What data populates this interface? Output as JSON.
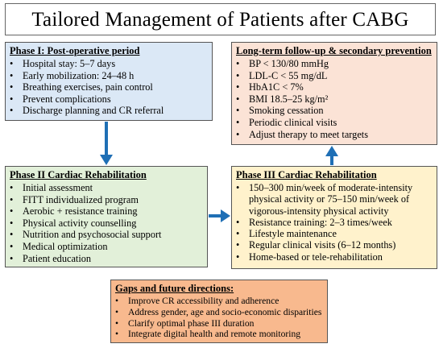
{
  "title": "Tailored Management of Patients after CABG",
  "colors": {
    "phase1": "#dbe8f6",
    "longterm": "#fbe3d6",
    "phase2": "#e2f0d9",
    "phase3": "#fff2cc",
    "gaps": "#f8b98e",
    "arrow": "#1f6fb5"
  },
  "phase1": {
    "heading": "Phase I: Post-operative period",
    "items": [
      "Hospital stay: 5–7 days",
      "Early mobilization: 24–48 h",
      "Breathing exercises, pain control",
      "Prevent complications",
      "Discharge planning and CR referral"
    ]
  },
  "longterm": {
    "heading": "Long-term follow-up & secondary prevention",
    "items": [
      "BP < 130/80 mmHg",
      "LDL-C < 55 mg/dL",
      "HbA1C < 7%",
      "BMI 18.5–25 kg/m²",
      "Smoking cessation",
      "Periodic clinical visits",
      "Adjust therapy to meet targets"
    ]
  },
  "phase2": {
    "heading": "Phase II Cardiac Rehabilitation",
    "items": [
      "Initial assessment",
      "FITT individualized program",
      "Aerobic + resistance training",
      "Physical activity counselling",
      "Nutrition and psychosocial support",
      "Medical optimization",
      "Patient education"
    ]
  },
  "phase3": {
    "heading": "Phase III Cardiac Rehabilitation",
    "items": [
      "150–300 min/week of moderate-intensity physical activity or 75–150 min/week of vigorous-intensity physical activity",
      "Resistance training: 2–3 times/week",
      "Lifestyle maintenance",
      "Regular clinical visits (6–12 months)",
      "Home-based or tele-rehabilitation"
    ]
  },
  "gaps": {
    "heading": "Gaps and future directions:",
    "items": [
      "Improve CR accessibility and adherence",
      "Address gender, age and socio-economic disparities",
      "Clarify optimal phase III duration",
      "Integrate digital health and remote monitoring"
    ]
  }
}
